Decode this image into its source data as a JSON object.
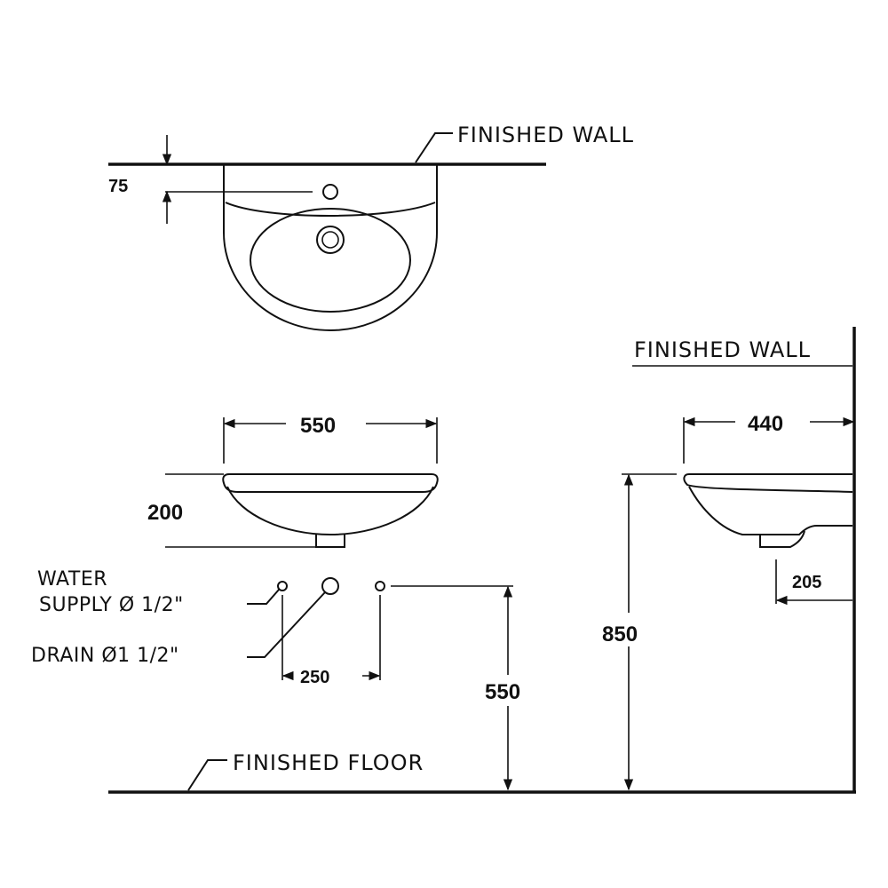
{
  "labels": {
    "finished_wall_top": "FINISHED WALL",
    "finished_wall_side": "FINISHED WALL",
    "finished_floor": "FINISHED FLOOR",
    "water_supply_line1": "WATER",
    "water_supply_line2": "SUPPLY Ø 1/2\"",
    "drain": "DRAIN Ø1 1/2\""
  },
  "dimensions": {
    "tap_hole_offset": "75",
    "basin_width": "550",
    "basin_height": "200",
    "supply_spacing": "250",
    "supply_height": "550",
    "basin_depth": "440",
    "drain_offset": "205",
    "rim_height": "850"
  }
}
